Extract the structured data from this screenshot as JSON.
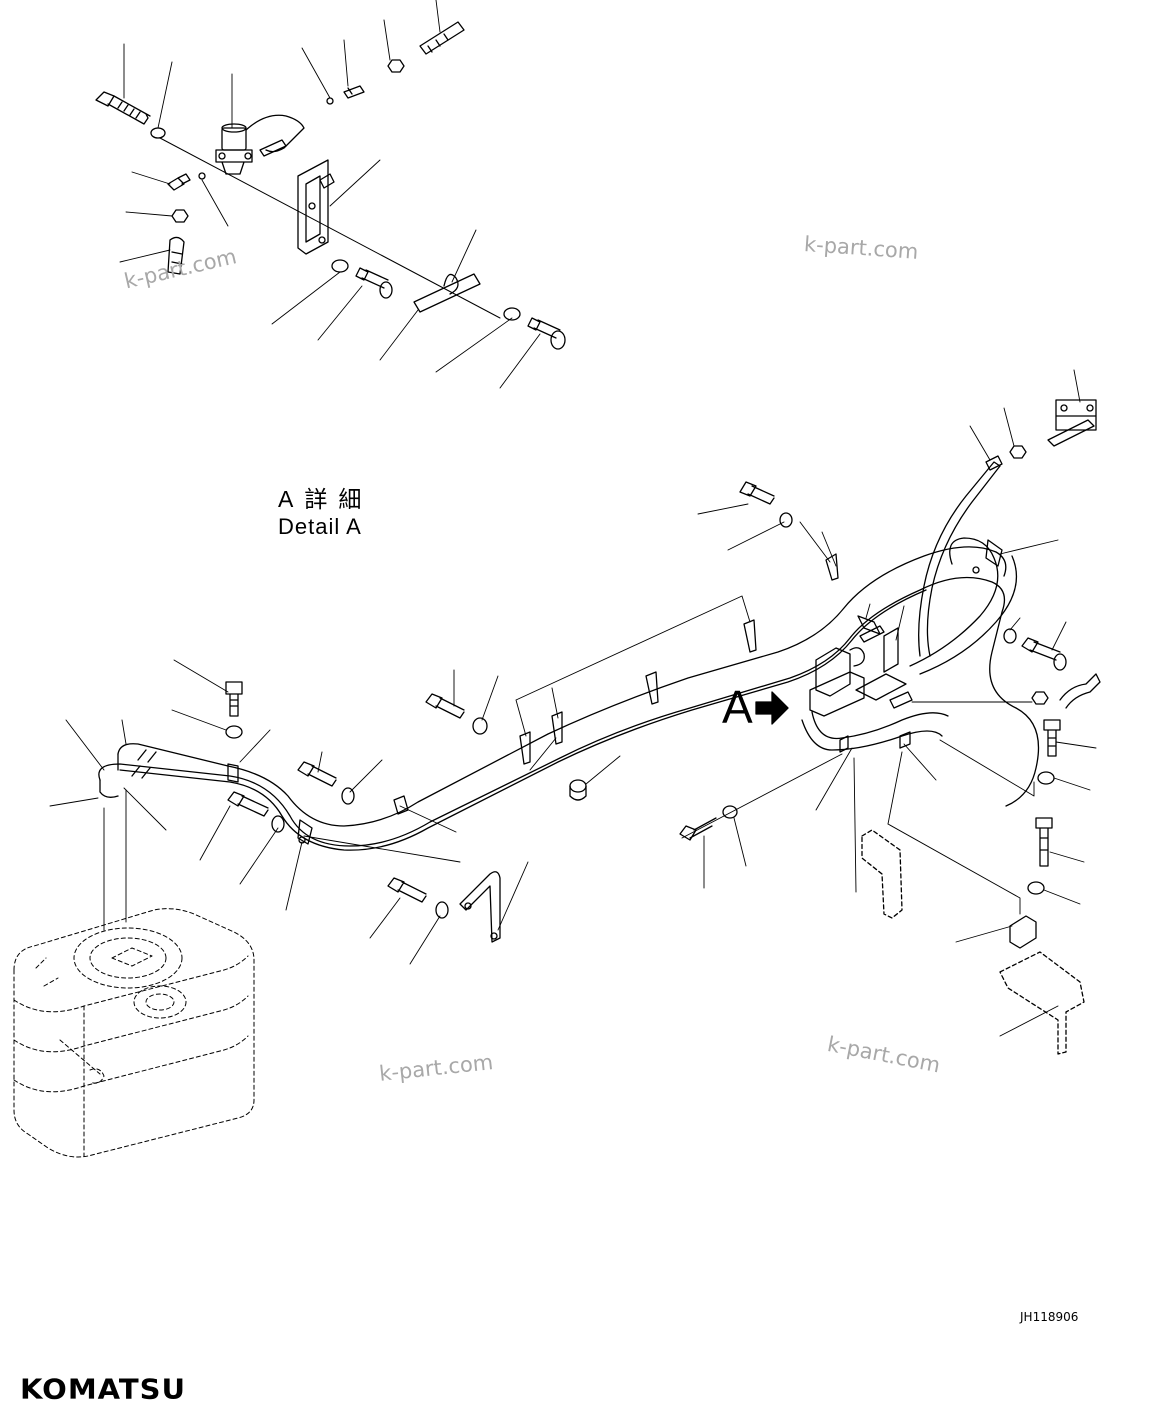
{
  "detail": {
    "label_jp": "A詳細",
    "label_en": "Detail  A",
    "callout_letter": "A"
  },
  "drawing_number": "JH118906",
  "brand": "KOMATSU",
  "watermarks": [
    "k-part.com",
    "k-part.com",
    "k-part.com",
    "k-part.com"
  ]
}
